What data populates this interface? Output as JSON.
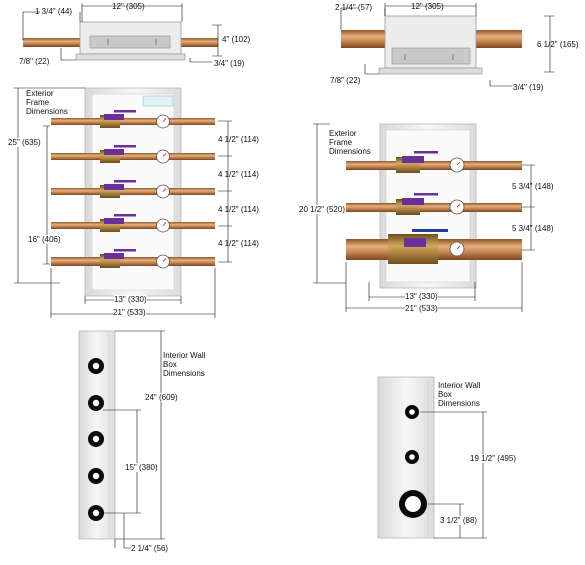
{
  "top_left_view": {
    "width": "12\" (305)",
    "pipe_stub": "1 3/4\" (44)",
    "depth": "4\" (102)",
    "flange": "7/8\" (22)",
    "lip": "3/4\" (19)"
  },
  "top_right_view": {
    "width": "12\" (305)",
    "pipe_stub": "2 1/4\" (57)",
    "depth": "6 1/2\" (165)",
    "flange": "7/8\" (22)",
    "lip": "3/4\" (19)"
  },
  "front_left_view": {
    "title_lines": [
      "Exterior",
      "Frame",
      "Dimensions"
    ],
    "height": "25\" (635)",
    "inner_height": "16\" (406)",
    "spacing": [
      "4 1/2\" (114)",
      "4 1/2\" (114)",
      "4 1/2\" (114)",
      "4 1/2\" (114)"
    ],
    "inner_width": "13\" (330)",
    "outer_width": "21\" (533)"
  },
  "front_right_view": {
    "title_lines": [
      "Exterior",
      "Frame",
      "Dimensions"
    ],
    "height": "20 1/2\" (520)",
    "spacing": [
      "5 3/4\" (148)",
      "5 3/4\" (148)"
    ],
    "inner_width": "13\" (330)",
    "outer_width": "21\" (533)"
  },
  "side_left_view": {
    "title_lines": [
      "Interior Wall",
      "Box",
      "Dimensions"
    ],
    "height": "24\" (609)",
    "hole_span": "15\" (380)",
    "offset": "2 1/4\" (56)"
  },
  "side_right_view": {
    "title_lines": [
      "Interior Wall",
      "Box",
      "Dimensions"
    ],
    "height": "19 1/2\" (495)",
    "offset": "3 1/2\" (88)"
  },
  "colors": {
    "copper": "#c98a55",
    "copper_dark": "#8f5528",
    "brass": "#b78a45",
    "valve_purple": "#6b2f9a",
    "box_white": "#f4f4f4",
    "frame_gray": "#e2e2e2",
    "line": "#111111"
  }
}
